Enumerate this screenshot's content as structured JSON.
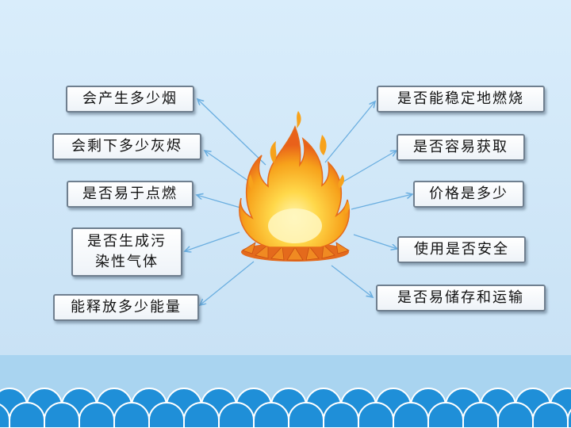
{
  "left_labels": [
    {
      "text": "会产生多少烟"
    },
    {
      "text": "会剩下多少灰烬"
    },
    {
      "text": "是否易于点燃"
    },
    {
      "text": "是否生成污染性气体",
      "line1": "是否生成污",
      "line2": "染性气体"
    },
    {
      "text": "能释放多少能量"
    }
  ],
  "right_labels": [
    {
      "text": "是否能稳定地燃烧"
    },
    {
      "text": "是否容易获取"
    },
    {
      "text": "价格是多少"
    },
    {
      "text": "使用是否安全"
    },
    {
      "text": "是否易储存和运输"
    }
  ],
  "colors": {
    "arrow": "#6aaee0",
    "wave": "#1f8fd8",
    "band": "#a9d4f0"
  },
  "center_icon": "campfire-icon"
}
